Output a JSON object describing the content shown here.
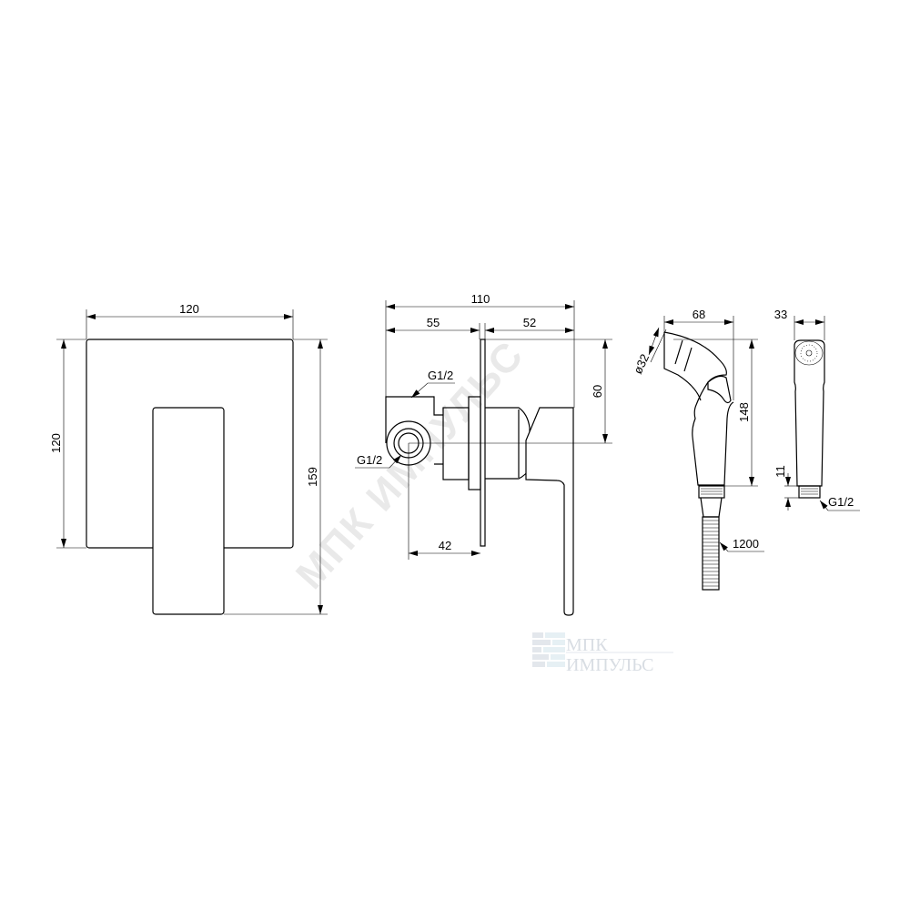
{
  "watermark": "МПК ИМПУЛЬС",
  "logo": {
    "line1": "МПК",
    "line2": "ИМПУЛЬС"
  },
  "front_view": {
    "width": "120",
    "height": "120",
    "total_height": "159"
  },
  "side_view": {
    "depth_total": "110",
    "depth_back": "55",
    "depth_front": "52",
    "height_to_axis": "60",
    "axis_offset": "42",
    "thread_top": "G1/2",
    "thread_side": "G1/2"
  },
  "hand_shower": {
    "length": "68",
    "diameter": "ø32",
    "height": "148",
    "hose_length": "1200"
  },
  "hand_shower_side": {
    "width": "33",
    "thread_length": "11",
    "thread": "G1/2"
  }
}
